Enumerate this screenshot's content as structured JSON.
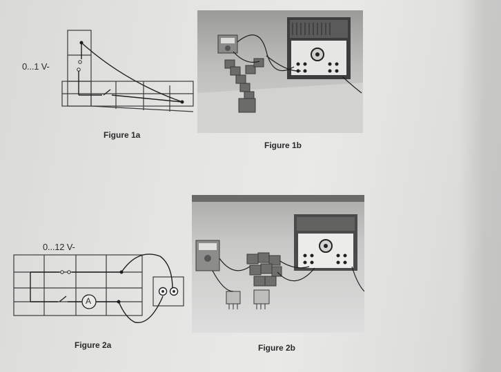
{
  "figure1": {
    "voltage_label": "0...1 V-",
    "caption_a": "Figure 1a",
    "caption_b": "Figure 1b"
  },
  "figure2": {
    "voltage_label": "0...12 V-",
    "ammeter_symbol": "A",
    "caption_a": "Figure 2a",
    "caption_b": "Figure 2b"
  }
}
